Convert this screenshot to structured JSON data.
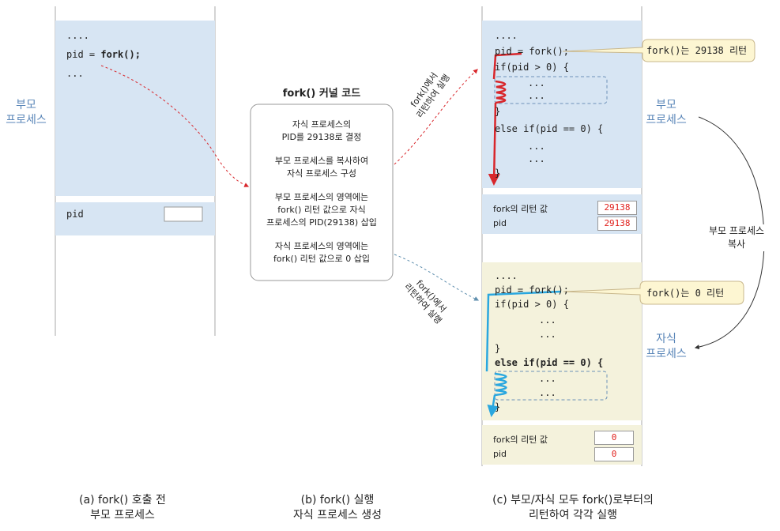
{
  "left_labels": {
    "parent_l1": "부모",
    "parent_l2": "프로세스"
  },
  "panel_a": {
    "code_line1": "....",
    "code_pid_prefix": "pid = ",
    "code_pid_call": "fork();",
    "code_line3": "...",
    "pid_label": "pid"
  },
  "panel_b": {
    "title": "fork() 커널 코드",
    "step1_l1": "자식 프로세스의",
    "step1_l2": "PID를 29138로 결정",
    "step2_l1": "부모 프로세스를 복사하여",
    "step2_l2": "자식 프로세스 구성",
    "step3_l1": "부모 프로세스의 영역에는",
    "step3_l2": "fork() 리턴 값으로 자식",
    "step3_l3": "프로세스의 PID(29138) 삽입",
    "step4_l1": "자식 프로세스의 영역에는",
    "step4_l2": "fork() 리턴 값으로 0 삽입"
  },
  "arrow_labels": {
    "top_l1": "fork()에서",
    "top_l2": "리턴하여 실행",
    "bottom_l1": "fork()에서",
    "bottom_l2": "리턴하여 실행"
  },
  "panel_c_parent": {
    "code": [
      "....",
      "pid = fork();",
      "if(pid > 0) {",
      "...",
      "...",
      "}",
      "else if(pid == 0) {",
      "...",
      "...",
      "}"
    ],
    "callout": "fork()는 29138 리턴",
    "ret_label": "fork의 리턴 값",
    "ret_value": "29138",
    "pid_label": "pid",
    "pid_value": "29138"
  },
  "panel_c_child": {
    "code": [
      "....",
      "pid = fork();",
      "if(pid > 0) {",
      "...",
      "...",
      "}",
      "else if(pid == 0) {",
      "...",
      "...",
      "}"
    ],
    "callout": "fork()는 0 리턴",
    "ret_label": "fork의 리턴 값",
    "ret_value": "0",
    "pid_label": "pid",
    "pid_value": "0"
  },
  "right_labels": {
    "parent_l1": "부모",
    "parent_l2": "프로세스",
    "copy_l1": "부모 프로세스",
    "copy_l2": "복사",
    "child_l1": "자식",
    "child_l2": "프로세스"
  },
  "captions": {
    "a_l1": "(a) fork() 호출 전",
    "a_l2": "부모 프로세스",
    "b_l1": "(b) fork() 실행",
    "b_l2": "자식 프로세스 생성",
    "c_l1": "(c) 부모/자식 모두 fork()로부터의",
    "c_l2": "리턴하여 각각 실행"
  },
  "colors": {
    "parent_bg": "#d7e5f3",
    "child_bg": "#f4f2dc",
    "red_flow": "#d8262b",
    "blue_flow": "#2aa7df",
    "label_blue": "#5a86b8"
  }
}
